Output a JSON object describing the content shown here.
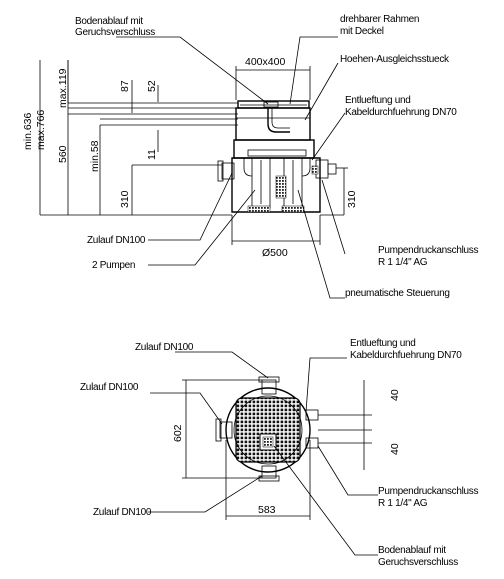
{
  "labels": {
    "bodenablauf_top": [
      "Bodenablauf mit",
      "Geruchsverschluss"
    ],
    "rahmen": [
      "drehbarer Rahmen",
      "mit Deckel"
    ],
    "hoehen": [
      "Hoehen-Ausgleichsstueck"
    ],
    "entlueftung_top": [
      "Entlueftung und",
      "Kabeldurchfuehrung DN70"
    ],
    "zulauf_side": "Zulauf DN100",
    "pumpen": "2 Pumpen",
    "pumpendruck_top": [
      "Pumpendruckanschluss",
      "R 1 1/4\" AG"
    ],
    "pneumatisch": "pneumatische Steuerung",
    "zulauf_plan_top": "Zulauf DN100",
    "zulauf_plan_left": "Zulauf DN100",
    "zulauf_plan_bottom": "Zulauf DN100",
    "entlueftung_plan": [
      "Entlueftung und",
      "Kabeldurchfuehrung DN70"
    ],
    "pumpendruck_plan": [
      "Pumpendruckanschluss",
      "R 1 1/4\" AG"
    ],
    "bodenablauf_plan": [
      "Bodenablauf mit",
      "Geruchsverschluss"
    ]
  },
  "dimensions": {
    "frame": "400x400",
    "max119": "max.119",
    "d87": "87",
    "d52": "52",
    "min636": "min.636",
    "max766": "max.766",
    "d560": "560",
    "min58": "min.58",
    "d11": "11",
    "d310_left": "310",
    "d310_right": "310",
    "diameter": "Ø500",
    "d602": "602",
    "d583": "583",
    "d40_top": "40",
    "d40_bottom": "40"
  }
}
